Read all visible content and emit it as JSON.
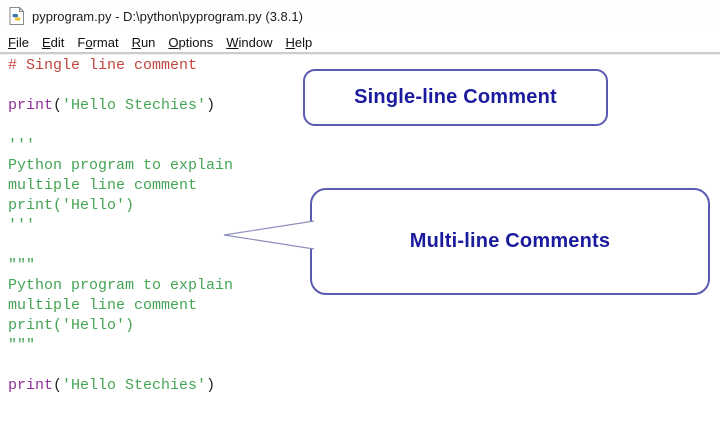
{
  "window": {
    "title": "pyprogram.py - D:\\python\\pyprogram.py (3.8.1)",
    "icon": "python-file-icon"
  },
  "menu": {
    "items": [
      {
        "id": "file",
        "pre": "",
        "accel": "F",
        "post": "ile"
      },
      {
        "id": "edit",
        "pre": "",
        "accel": "E",
        "post": "dit"
      },
      {
        "id": "format",
        "pre": "F",
        "accel": "o",
        "post": "rmat"
      },
      {
        "id": "run",
        "pre": "",
        "accel": "R",
        "post": "un"
      },
      {
        "id": "options",
        "pre": "",
        "accel": "O",
        "post": "ptions"
      },
      {
        "id": "window",
        "pre": "",
        "accel": "W",
        "post": "indow"
      },
      {
        "id": "help",
        "pre": "",
        "accel": "H",
        "post": "elp"
      }
    ]
  },
  "editor": {
    "lines": [
      [
        {
          "c": "comment",
          "t": "# Single line comment"
        }
      ],
      [],
      [
        {
          "c": "builtin",
          "t": "print"
        },
        {
          "c": "plain",
          "t": "("
        },
        {
          "c": "str",
          "t": "'Hello Stechies'"
        },
        {
          "c": "plain",
          "t": ")"
        }
      ],
      [],
      [
        {
          "c": "str",
          "t": "'''"
        }
      ],
      [
        {
          "c": "str",
          "t": "Python program to explain"
        }
      ],
      [
        {
          "c": "str",
          "t": "multiple line comment"
        }
      ],
      [
        {
          "c": "str",
          "t": "print('Hello')"
        }
      ],
      [
        {
          "c": "str",
          "t": "'''"
        }
      ],
      [],
      [
        {
          "c": "str",
          "t": "\"\"\""
        }
      ],
      [
        {
          "c": "str",
          "t": "Python program to explain"
        }
      ],
      [
        {
          "c": "str",
          "t": "multiple line comment"
        }
      ],
      [
        {
          "c": "str",
          "t": "print('Hello')"
        }
      ],
      [
        {
          "c": "str",
          "t": "\"\"\""
        }
      ],
      [],
      [
        {
          "c": "builtin",
          "t": "print"
        },
        {
          "c": "plain",
          "t": "("
        },
        {
          "c": "str",
          "t": "'Hello Stechies'"
        },
        {
          "c": "plain",
          "t": ")"
        }
      ]
    ]
  },
  "callouts": {
    "single": {
      "label": "Single-line Comment"
    },
    "multi": {
      "label": "Multi-line Comments"
    }
  },
  "colors": {
    "comment": "#c0453f",
    "builtin": "#90309a",
    "string": "#44a455",
    "plain": "#222222",
    "callout_border": "#5a5ab2",
    "callout_text": "#1b1b9e",
    "menu_text": "#111111"
  }
}
